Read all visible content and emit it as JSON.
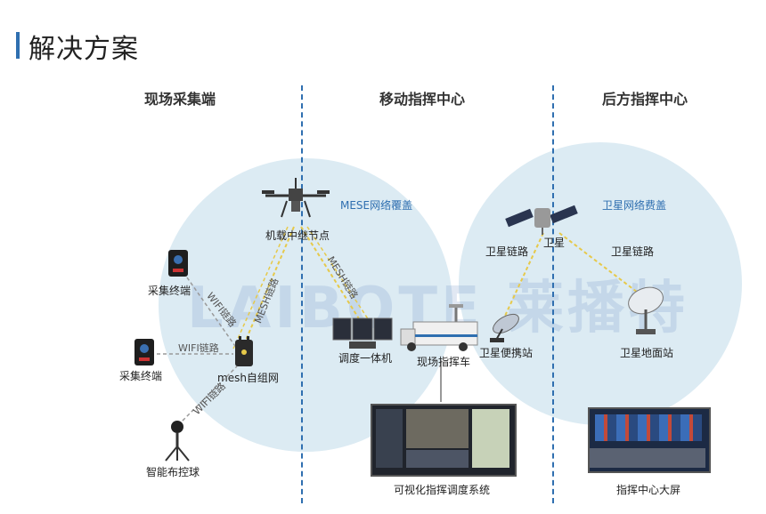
{
  "title": "解决方案",
  "watermark": "LAIBOTE 莱播特",
  "columns": {
    "field": "现场采集端",
    "mobile": "移动指挥中心",
    "rear": "后方指挥中心"
  },
  "labels": {
    "drone": "机载中继节点",
    "mese_coverage": "MESE网络覆盖",
    "sat_coverage": "卫星网络费盖",
    "satellite": "卫星",
    "sat_link_left": "卫星链路",
    "sat_link_right": "卫星链路",
    "terminal_top": "采集终端",
    "terminal_bottom": "采集终端",
    "mesh_net": "mesh自组网",
    "smart_ball": "智能布控球",
    "dispatch": "调度一体机",
    "command_car": "现场指挥车",
    "portable_station": "卫星便携站",
    "ground_station": "卫星地面站",
    "vis_system": "可视化指挥调度系统",
    "big_screen": "指挥中心大屏"
  },
  "links": {
    "wifi_1": "WIFI链路",
    "wifi_2": "WIFI链路",
    "wifi_3": "WIFI链路",
    "mesh_1": "MESH链路",
    "mesh_2": "MESH链路"
  },
  "colors": {
    "accent": "#2f6fb0",
    "circle": "#dcebf3",
    "mesh_line": "#e6c94a",
    "wifi_line": "#9a9a9a"
  }
}
